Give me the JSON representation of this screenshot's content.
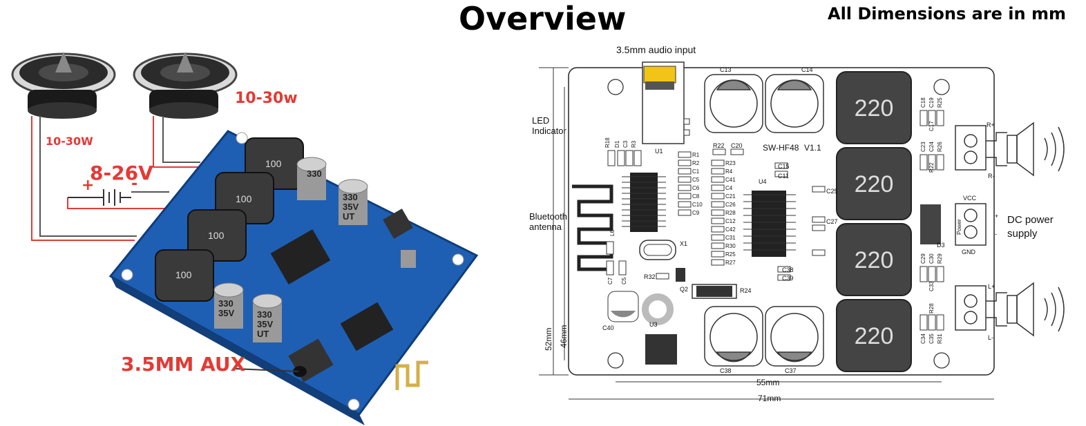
{
  "header": {
    "title": "Overview",
    "note": "All Dimensions are in mm"
  },
  "photo": {
    "speaker_left_label": "10-30W",
    "speaker_right_label": "10-30w",
    "voltage_label": "8-26V",
    "plus_sign": "+",
    "minus_sign": "-",
    "aux_label": "3.5MM AUX",
    "cap_text_1": "330",
    "cap_text_2": "35V",
    "cap_text_3": "UT",
    "inductor_text": "100"
  },
  "schematic": {
    "audio_input_label": "3.5mm audio input",
    "led_label_line1": "LED",
    "led_label_line2": "Indicator",
    "bt_label_line1": "Bluetooth",
    "bt_label_line2": "antenna",
    "dc_label_line1": "DC power",
    "dc_label_line2": "supply",
    "dc_plus": "+",
    "dc_minus": "-",
    "board_name": "SW-HF48",
    "board_version": "V1.1",
    "inductor_value": "220",
    "dim_55": "55mm",
    "dim_71": "71mm",
    "dim_46": "46mm",
    "dim_52": "52mm",
    "r_plus": "R+",
    "r_minus": "R-",
    "l_plus": "L+",
    "l_minus": "L-",
    "vcc": "VCC",
    "gnd": "GND",
    "power": "Power",
    "u1": "U1",
    "u3": "U3",
    "u4": "U4",
    "x1": "X1",
    "l6": "L6",
    "q2": "Q2",
    "c13": "C13",
    "c14": "C14",
    "c38": "C38",
    "c37": "C37",
    "c40": "C40",
    "r24": "R24",
    "r32": "R32",
    "d3": "D3",
    "comp_labels": [
      "R1",
      "R2",
      "C1",
      "C5",
      "C6",
      "C8",
      "C10",
      "C9"
    ],
    "comp_labels_2": [
      "R23",
      "R4",
      "C41",
      "C4",
      "C21",
      "C26",
      "R28",
      "C12",
      "C42",
      "C31",
      "R30",
      "R25",
      "R27"
    ],
    "top_small_labels": [
      "R18",
      "D1",
      "C3",
      "R3"
    ],
    "r22": "R22",
    "c20": "C20",
    "c15": "C15",
    "c11": "C11",
    "c25": "C25",
    "c27": "C27",
    "c39": "C39",
    "c19": "C19",
    "c18": "C18",
    "r25b": "R25",
    "c17": "C17",
    "r22b": "R22",
    "c23": "C23",
    "c24": "C24",
    "r26": "R26",
    "c29": "C29",
    "c30": "C30",
    "r29": "R29",
    "c33": "C33",
    "r28b": "R28",
    "c34": "C34",
    "c35": "C35",
    "r31": "R31",
    "c7": "C7",
    "c5": "C5"
  }
}
